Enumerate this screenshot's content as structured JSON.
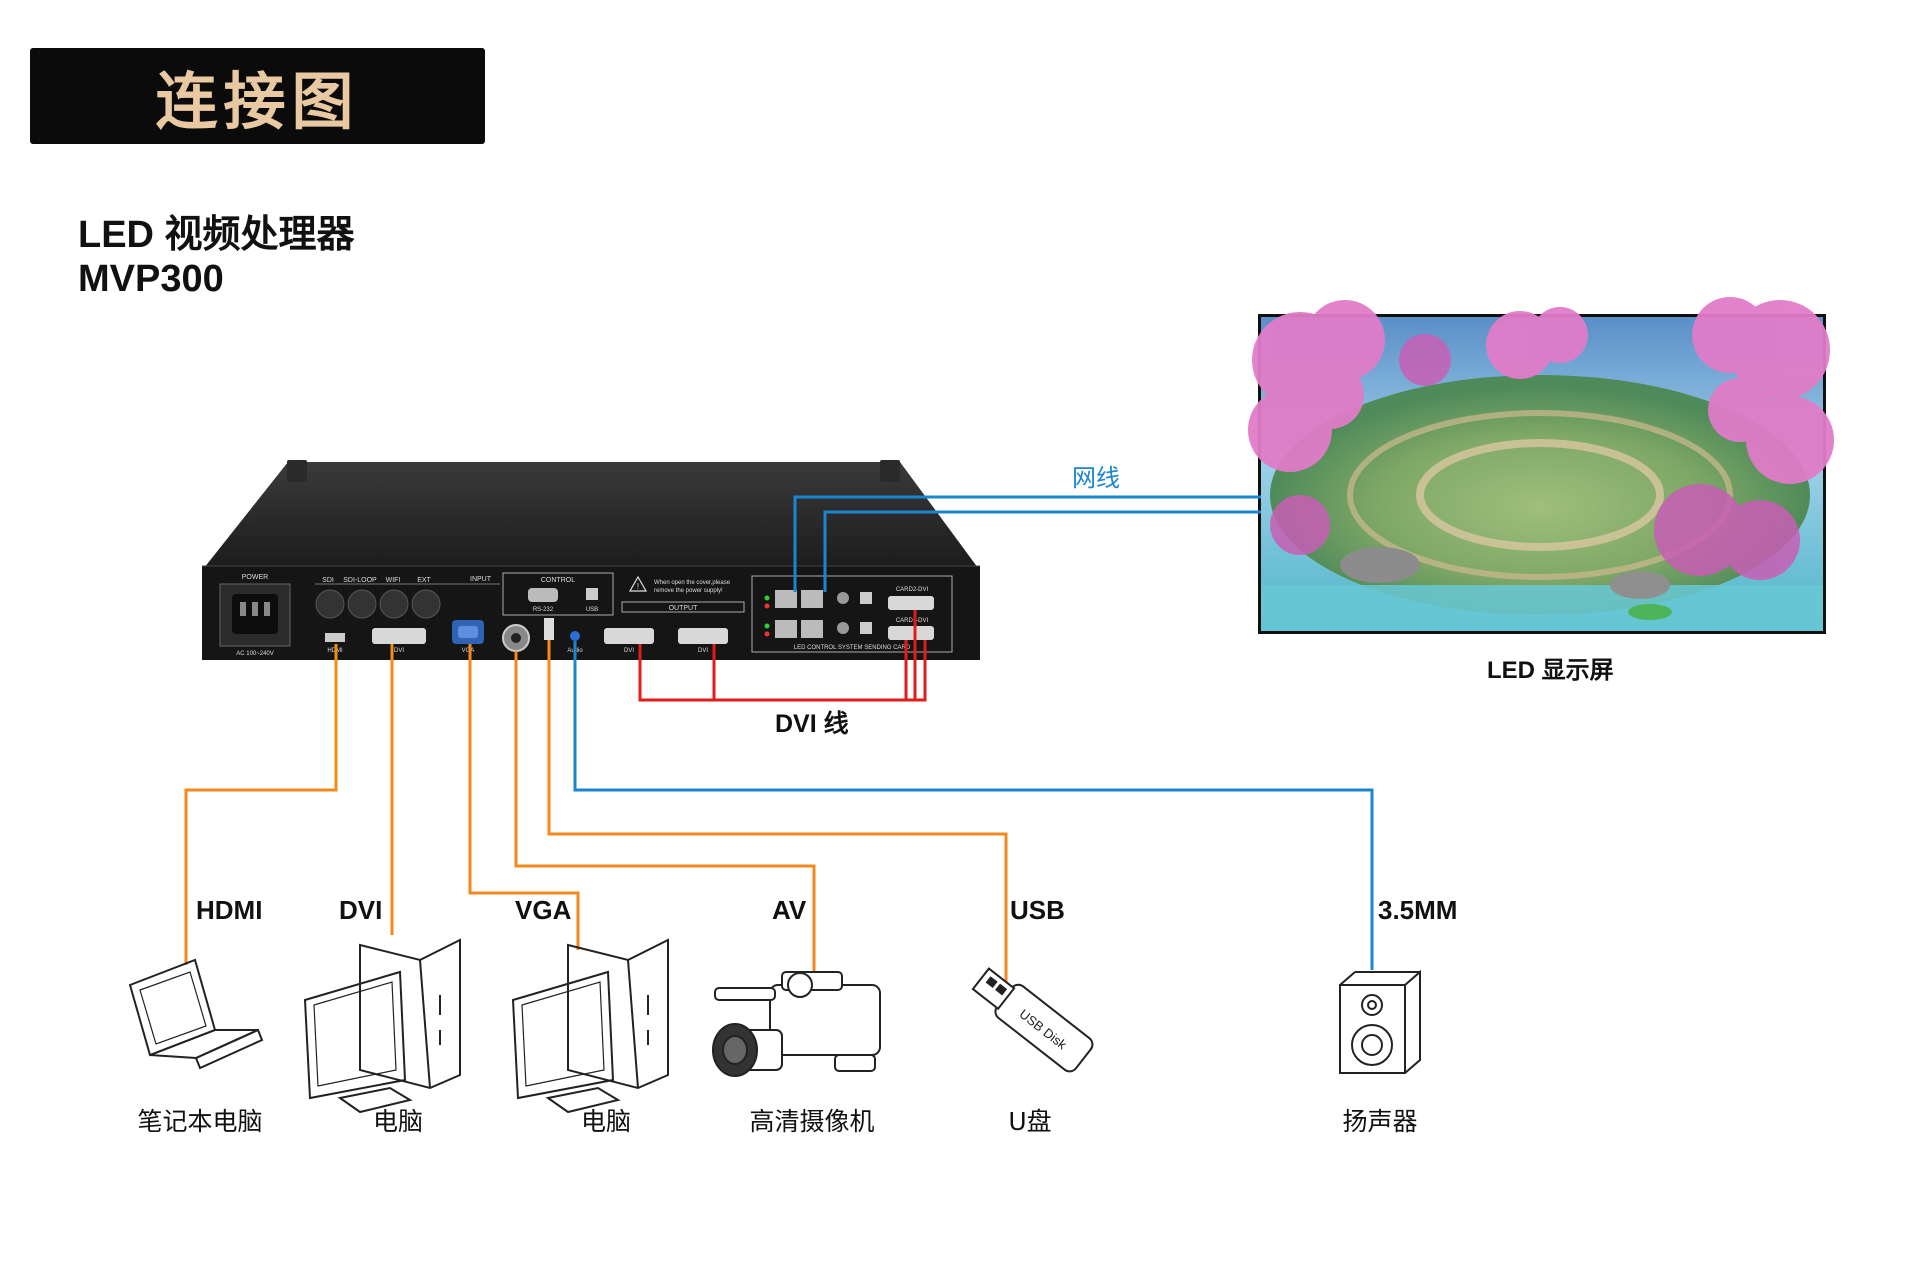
{
  "banner": {
    "title": "连接图"
  },
  "product": {
    "line1": "LED 视频处理器",
    "line2": "MVP300"
  },
  "processor_panel": {
    "power": "POWER",
    "ac": "AC 100~240V",
    "input": "INPUT",
    "sdi": "SDI",
    "sdi_loop": "SDI-LOOP",
    "wifi": "WIFI",
    "ext": "EXT",
    "control": "CONTROL",
    "rs232": "RS-232",
    "usb": "USB",
    "warning_line1": "When open the cover,please",
    "warning_line2": "remove the power supply!",
    "output": "OUTPUT",
    "hdmi": "HDMI",
    "dvi": "DVI",
    "vga": "VGA",
    "audio": "Audio",
    "card2": "CARD2-DVI",
    "card1": "CARD1-DVI",
    "sending_card": "LED CONTROL SYSTEM SENDING CARD"
  },
  "cables": {
    "network": "网线",
    "dvi": "DVI 线"
  },
  "display": {
    "label": "LED 显示屏"
  },
  "ports": [
    "HDMI",
    "DVI",
    "VGA",
    "AV",
    "USB",
    "3.5MM"
  ],
  "devices": [
    {
      "name": "笔记本电脑",
      "icon": "laptop-icon"
    },
    {
      "name": "电脑",
      "icon": "desktop-computer-icon"
    },
    {
      "name": "电脑",
      "icon": "desktop-computer-icon"
    },
    {
      "name": "高清摄像机",
      "icon": "video-camera-icon"
    },
    {
      "name": "U盘",
      "icon": "usb-disk-icon"
    },
    {
      "name": "扬声器",
      "icon": "speaker-icon"
    }
  ],
  "usb_disk_text": "USB Disk",
  "colors": {
    "input_cable": "#f28a1e",
    "network_cable": "#1a86cf",
    "dvi_cable": "#e21b1b",
    "banner_bg": "#0b0b0b",
    "banner_text": "#e9c9a2"
  }
}
